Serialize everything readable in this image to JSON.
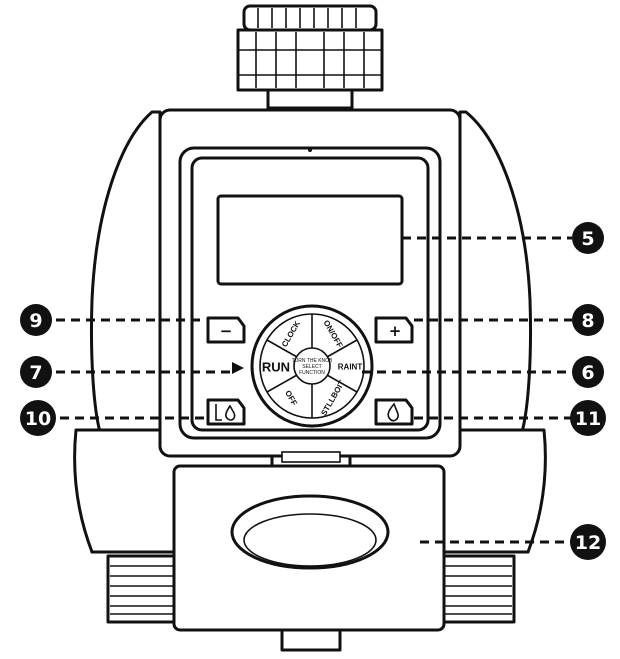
{
  "callouts": [
    {
      "id": "5",
      "label": "5"
    },
    {
      "id": "6",
      "label": "6"
    },
    {
      "id": "7",
      "label": "7"
    },
    {
      "id": "8",
      "label": "8"
    },
    {
      "id": "9",
      "label": "9"
    },
    {
      "id": "10",
      "label": "10"
    },
    {
      "id": "11",
      "label": "11"
    },
    {
      "id": "12",
      "label": "12"
    }
  ],
  "dial": {
    "run_label": "RUN",
    "segments": [
      "CLOCK",
      "ON/OFF",
      "OFF",
      "STLLBOIT",
      "RUN",
      "RAINT"
    ],
    "center_lines": [
      "TURN THE KNOB",
      "SELECT",
      "FUNCTION"
    ]
  },
  "buttons": {
    "minus_symbol": "−",
    "plus_symbol": "+",
    "manual_icon": "manual-water-icon",
    "rain_icon": "water-drop-icon"
  }
}
